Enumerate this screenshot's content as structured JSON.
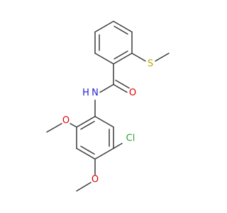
{
  "molecule": {
    "atoms": {
      "sulfur": {
        "label": "S",
        "color": "#b8a800"
      },
      "carbonyl_oxygen": {
        "label": "O",
        "color": "#e00000"
      },
      "amide_nitrogen": {
        "label": "N",
        "color": "#2323d0"
      },
      "amide_hydrogen": {
        "label": "H",
        "color": "#2323d0"
      },
      "methoxy_oxygen_upper": {
        "label": "O",
        "color": "#e00000"
      },
      "methoxy_oxygen_lower": {
        "label": "O",
        "color": "#e00000"
      },
      "chlorine": {
        "label": "Cl",
        "color": "#2ca02c"
      }
    },
    "bond_color": "#3b3b3b"
  }
}
